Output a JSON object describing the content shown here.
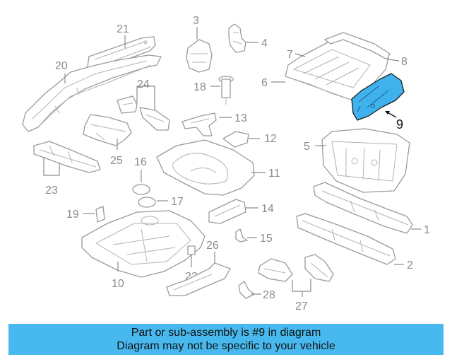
{
  "callouts": [
    "1",
    "2",
    "3",
    "4",
    "5",
    "6",
    "7",
    "8",
    "9",
    "10",
    "11",
    "12",
    "13",
    "14",
    "15",
    "16",
    "17",
    "18",
    "19",
    "20",
    "21",
    "22",
    "23",
    "24",
    "25",
    "26",
    "27",
    "28"
  ],
  "highlighted_part": "9",
  "banner": {
    "line1": "Part or sub-assembly is #9 in diagram",
    "line2": "Diagram may not be specific to your vehicle"
  },
  "colors": {
    "banner_background": "#48b9ee",
    "highlight_fill": "#3fb2ee",
    "line_art": "#9a9a9a",
    "callout_text": "#8c8c8c"
  }
}
